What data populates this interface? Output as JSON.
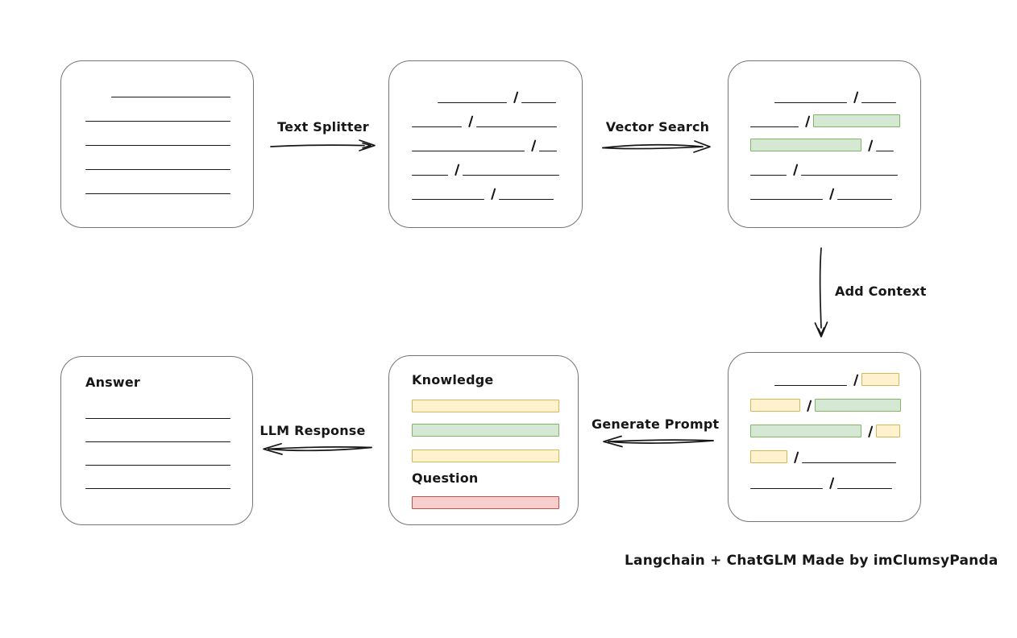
{
  "caption": "Langchain + ChatGLM Made by imClumsyPanda",
  "colors": {
    "green_fill": "#d5e8d4",
    "green_stroke": "#82b366",
    "yellow_fill": "#fff2cc",
    "yellow_stroke": "#d6b656",
    "red_fill": "#f8cecc",
    "red_stroke": "#b85450",
    "box_stroke": "#757575",
    "ink": "#171717"
  },
  "arrows": {
    "text_splitter": {
      "label": "Text Splitter"
    },
    "vector_search": {
      "label": "Vector Search"
    },
    "add_context": {
      "label": "Add Context"
    },
    "generate_prompt": {
      "label": "Generate Prompt"
    },
    "llm_response": {
      "label": "LLM Response"
    }
  },
  "prompt": {
    "knowledge_label": "Knowledge",
    "question_label": "Question",
    "knowledge_bars": [
      {
        "c": "yellow"
      },
      {
        "c": "green"
      },
      {
        "c": "yellow"
      }
    ],
    "question_bars": [
      {
        "c": "red"
      }
    ]
  },
  "answer": {
    "label": "Answer",
    "lines": 4
  },
  "boxes": {
    "document": {
      "rows": [
        {
          "ind": 32,
          "segs": [
            {
              "t": "line",
              "w": 148
            }
          ]
        },
        {
          "segs": [
            {
              "t": "line",
              "w": 180
            }
          ]
        },
        {
          "segs": [
            {
              "t": "line",
              "w": 180
            }
          ]
        },
        {
          "segs": [
            {
              "t": "line",
              "w": 180
            }
          ]
        },
        {
          "segs": [
            {
              "t": "line",
              "w": 180
            }
          ]
        }
      ]
    },
    "chunks": {
      "rows": [
        {
          "ind": 32,
          "segs": [
            {
              "t": "line",
              "w": 86
            },
            {
              "t": "slash"
            },
            {
              "t": "line",
              "w": 43
            }
          ]
        },
        {
          "segs": [
            {
              "t": "line",
              "w": 62
            },
            {
              "t": "slash"
            },
            {
              "t": "line",
              "w": 100
            }
          ]
        },
        {
          "segs": [
            {
              "t": "line",
              "w": 140
            },
            {
              "t": "slash"
            },
            {
              "t": "line",
              "w": 22
            }
          ]
        },
        {
          "segs": [
            {
              "t": "line",
              "w": 45
            },
            {
              "t": "slash"
            },
            {
              "t": "line",
              "w": 120
            }
          ]
        },
        {
          "segs": [
            {
              "t": "line",
              "w": 90
            },
            {
              "t": "slash"
            },
            {
              "t": "line",
              "w": 68
            }
          ]
        }
      ]
    },
    "vector_results": {
      "rows": [
        {
          "ind": 30,
          "segs": [
            {
              "t": "line",
              "w": 90
            },
            {
              "t": "slash"
            },
            {
              "t": "line",
              "w": 43
            }
          ]
        },
        {
          "segs": [
            {
              "t": "line",
              "w": 60
            },
            {
              "t": "slash"
            },
            {
              "t": "rect",
              "c": "green",
              "w": 108
            }
          ]
        },
        {
          "segs": [
            {
              "t": "rect",
              "c": "green",
              "w": 138
            },
            {
              "t": "slash"
            },
            {
              "t": "line",
              "w": 22
            }
          ]
        },
        {
          "segs": [
            {
              "t": "line",
              "w": 45
            },
            {
              "t": "slash"
            },
            {
              "t": "line",
              "w": 120
            }
          ]
        },
        {
          "segs": [
            {
              "t": "line",
              "w": 90
            },
            {
              "t": "slash"
            },
            {
              "t": "line",
              "w": 68
            }
          ]
        }
      ]
    },
    "context": {
      "rows": [
        {
          "ind": 30,
          "segs": [
            {
              "t": "line",
              "w": 90
            },
            {
              "t": "slash"
            },
            {
              "t": "rect",
              "c": "yellow",
              "w": 47
            }
          ]
        },
        {
          "segs": [
            {
              "t": "rect",
              "c": "yellow",
              "w": 62
            },
            {
              "t": "slash"
            },
            {
              "t": "rect",
              "c": "green",
              "w": 107
            }
          ]
        },
        {
          "segs": [
            {
              "t": "rect",
              "c": "green",
              "w": 138
            },
            {
              "t": "slash"
            },
            {
              "t": "rect",
              "c": "yellow",
              "w": 30
            }
          ]
        },
        {
          "segs": [
            {
              "t": "rect",
              "c": "yellow",
              "w": 46
            },
            {
              "t": "slash"
            },
            {
              "t": "line",
              "w": 117
            }
          ]
        },
        {
          "segs": [
            {
              "t": "line",
              "w": 90
            },
            {
              "t": "slash"
            },
            {
              "t": "line",
              "w": 68
            }
          ]
        }
      ]
    }
  }
}
